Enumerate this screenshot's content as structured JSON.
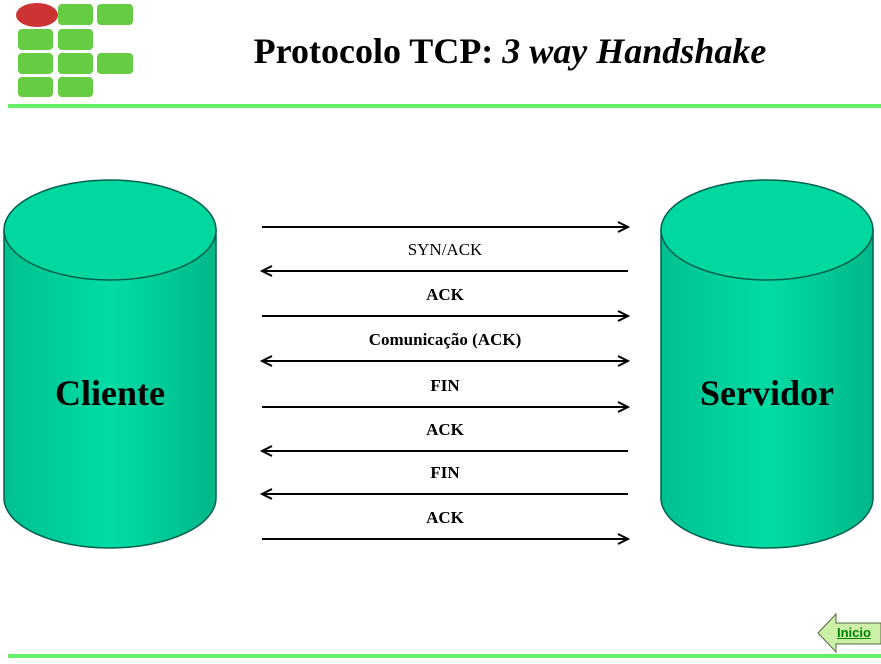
{
  "title": {
    "main": "Protocolo TCP: ",
    "italic": "3 way Handshake"
  },
  "client_label": "Cliente",
  "server_label": "Servidor",
  "arrows": [
    {
      "label": "",
      "direction": "right"
    },
    {
      "label": "SYN/ACK",
      "direction": "left"
    },
    {
      "label": "ACK",
      "direction": "right"
    },
    {
      "label": "Comunicação (ACK)",
      "direction": "both"
    },
    {
      "label": "FIN",
      "direction": "right"
    },
    {
      "label": "ACK",
      "direction": "left"
    },
    {
      "label": "FIN",
      "direction": "left"
    },
    {
      "label": "ACK",
      "direction": "right"
    }
  ],
  "nav": {
    "back_label": "Inicio"
  },
  "colors": {
    "cylinder": "#00d8a0",
    "accent_line": "#66ee66",
    "logo_green": "#66cc44",
    "logo_red": "#cc3333"
  }
}
